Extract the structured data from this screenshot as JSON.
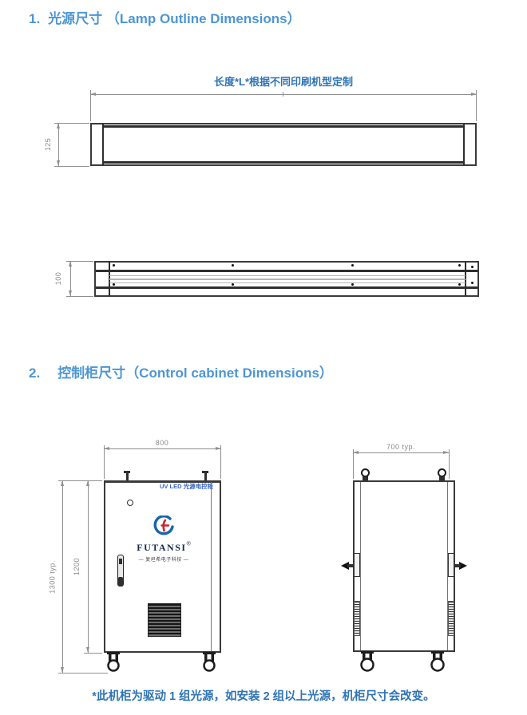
{
  "s1": {
    "num": "1.",
    "title_zh": "光源尺寸",
    "title_en": "（Lamp Outline Dimensions）",
    "length_label": "长度*L*根据不同印刷机型定制",
    "side_height": "125",
    "bottom_height": "100"
  },
  "s2": {
    "num": "2.",
    "title_zh": "控制柜尺寸",
    "title_en": "（Control cabinet Dimensions）",
    "front_width": "800",
    "front_height_outer": "1300 typ.",
    "front_height_inner": "1200",
    "panel_label": "UV LED 光源电控柜",
    "brand": "FUTANSI",
    "brand_reg": "®",
    "brand_sub": "— 复坦希电子科技 —",
    "side_width": "700 typ.",
    "note": "*此机柜为驱动 1 组光源，如安装 2 组以上光源，机柜尺寸会改变。"
  },
  "colors": {
    "heading": "#4E96D2",
    "accent": "#2E74B5",
    "drawing_line": "#3a3a3a",
    "dimension": "#8a8a8a",
    "logo_blue": "#1565ad",
    "logo_red": "#cc2229"
  }
}
